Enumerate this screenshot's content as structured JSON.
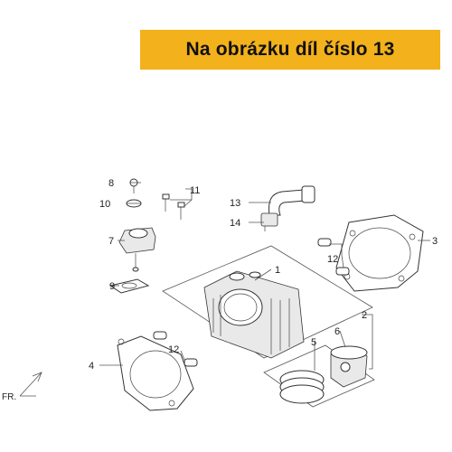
{
  "banner": {
    "text": "Na obrázku díl číslo 13",
    "color": "#f3b11c"
  },
  "callouts": {
    "c1": "1",
    "c2": "2",
    "c3": "3",
    "c4": "4",
    "c5": "5",
    "c6": "6",
    "c7": "7",
    "c8": "8",
    "c9": "9",
    "c10": "10",
    "c11": "11",
    "c12a": "12",
    "c12b": "12",
    "c13": "13",
    "c14": "14"
  },
  "direction_label": "FR."
}
